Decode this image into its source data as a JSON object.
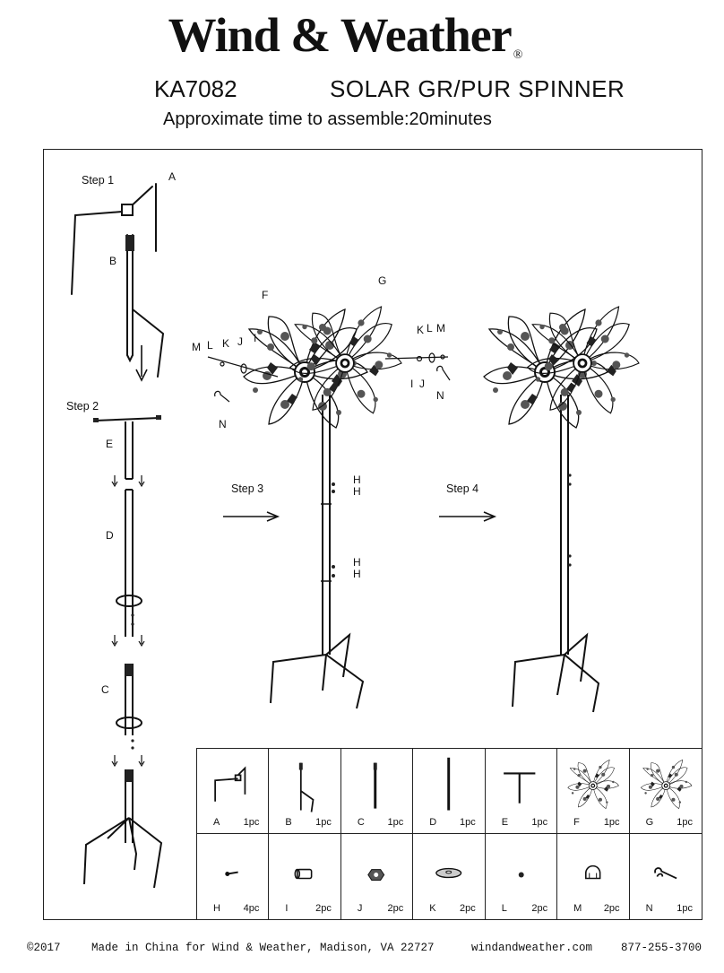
{
  "header": {
    "brand": "Wind & Weather",
    "registered_mark": "®",
    "model_number": "KA7082",
    "product_name": "SOLAR GR/PUR SPINNER",
    "assembly_time": "Approximate time to assemble:20minutes"
  },
  "steps": {
    "step1": "Step 1",
    "step2": "Step 2",
    "step3": "Step 3",
    "step4": "Step 4"
  },
  "callouts": {
    "A": "A",
    "B": "B",
    "C": "C",
    "D": "D",
    "E": "E",
    "F": "F",
    "G": "G",
    "H1": "H",
    "H2": "H",
    "H3": "H",
    "H4": "H",
    "left_hardware": [
      "M",
      "L",
      "K",
      "J",
      "I"
    ],
    "left_wrench": "N",
    "right_hardware_top": [
      "K",
      "L",
      "M"
    ],
    "right_hardware_bottom": [
      "I",
      "J"
    ],
    "right_wrench": "N"
  },
  "parts": [
    {
      "letter": "A",
      "qty": "1pc",
      "icon": "stake-top-icon"
    },
    {
      "letter": "B",
      "qty": "1pc",
      "icon": "stake-leg-icon"
    },
    {
      "letter": "C",
      "qty": "1pc",
      "icon": "pole-section-c-icon"
    },
    {
      "letter": "D",
      "qty": "1pc",
      "icon": "pole-section-d-icon"
    },
    {
      "letter": "E",
      "qty": "1pc",
      "icon": "t-bar-icon"
    },
    {
      "letter": "F",
      "qty": "1pc",
      "icon": "spinner-f-icon"
    },
    {
      "letter": "G",
      "qty": "1pc",
      "icon": "spinner-g-icon"
    },
    {
      "letter": "H",
      "qty": "4pc",
      "icon": "screw-icon"
    },
    {
      "letter": "I",
      "qty": "2pc",
      "icon": "spacer-icon"
    },
    {
      "letter": "J",
      "qty": "2pc",
      "icon": "nut-icon"
    },
    {
      "letter": "K",
      "qty": "2pc",
      "icon": "washer-icon"
    },
    {
      "letter": "L",
      "qty": "2pc",
      "icon": "small-washer-icon"
    },
    {
      "letter": "M",
      "qty": "2pc",
      "icon": "cap-nut-icon"
    },
    {
      "letter": "N",
      "qty": "1pc",
      "icon": "wrench-icon"
    }
  ],
  "footer": {
    "copyright": "©2017",
    "made_in": "Made in China for Wind & Weather, Madison, VA  22727",
    "website": "windandweather.com",
    "phone": "877-255-3700"
  },
  "colors": {
    "ink": "#111111",
    "background": "#ffffff"
  }
}
